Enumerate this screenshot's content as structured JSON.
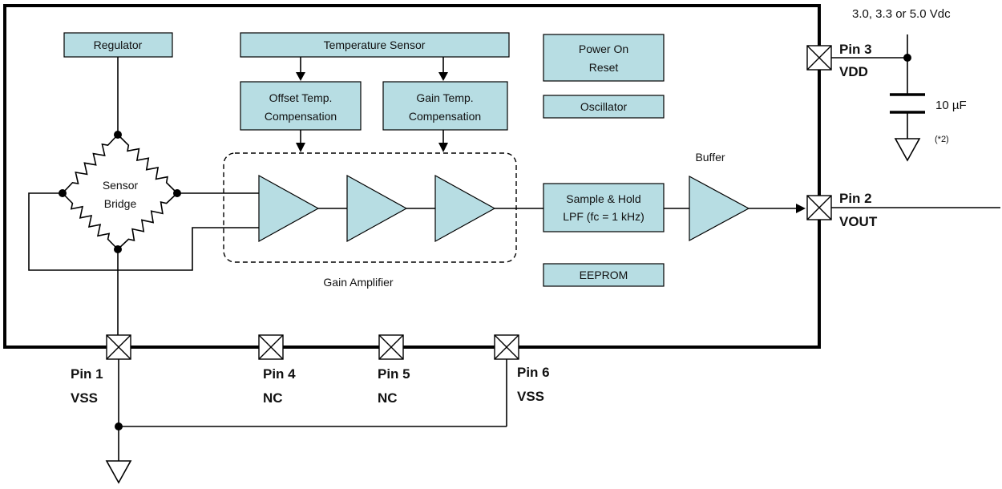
{
  "colors": {
    "block_fill": "#b7dde3",
    "line": "#000000",
    "background": "#ffffff"
  },
  "blocks": {
    "regulator": "Regulator",
    "temperature_sensor": "Temperature Sensor",
    "offset_comp": [
      "Offset Temp.",
      "Compensation"
    ],
    "gain_comp": [
      "Gain Temp.",
      "Compensation"
    ],
    "power_on_reset": [
      "Power On",
      "Reset"
    ],
    "oscillator": "Oscillator",
    "sample_hold": [
      "Sample & Hold",
      "LPF (fc = 1 kHz)"
    ],
    "eeprom": "EEPROM"
  },
  "labels": {
    "sensor_bridge": [
      "Sensor",
      "Bridge"
    ],
    "gain_amplifier": "Gain Amplifier",
    "buffer": "Buffer",
    "supply": "3.0, 3.3 or 5.0 Vdc",
    "capacitor": "10 µF",
    "note": "(*2)"
  },
  "pins": {
    "pin1": {
      "name": "Pin 1",
      "function": "VSS"
    },
    "pin2": {
      "name": "Pin 2",
      "function": "VOUT"
    },
    "pin3": {
      "name": "Pin 3",
      "function": "VDD"
    },
    "pin4": {
      "name": "Pin 4",
      "function": "NC"
    },
    "pin5": {
      "name": "Pin 5",
      "function": "NC"
    },
    "pin6": {
      "name": "Pin 6",
      "function": "VSS"
    }
  },
  "icons": {
    "ground": "ground-symbol-icon",
    "pin_pad": "pin-pad-x-icon",
    "capacitor": "capacitor-icon",
    "amplifier": "triangle-amplifier-icon",
    "resistor": "resistor-zigzag-icon"
  }
}
